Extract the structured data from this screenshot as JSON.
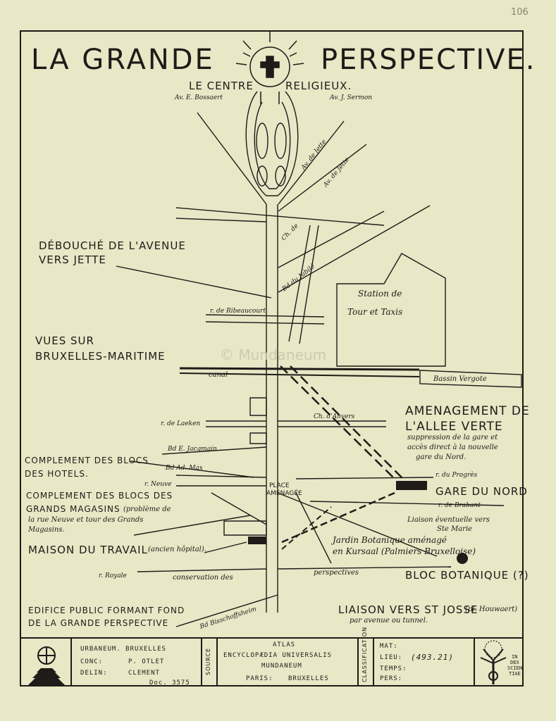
{
  "sheet": {
    "corner_number": "106",
    "watermark": "© Mundaneum"
  },
  "title": {
    "left": "LA GRANDE",
    "right": "PERSPECTIVE."
  },
  "labels": {
    "centre": "LE CENTRE",
    "religieux": "RELIGIEUX.",
    "av_bossaert": "Av. E. Bossaert",
    "av_sermon": "Av. J. Sermon",
    "av_jette_1": "Av. de Jette",
    "av_jette_2": "Av. de Jette",
    "ch_jette": "Ch. de",
    "bd_jubile": "Bd du Jubilé",
    "debouche_1": "DÉBOUCHÉ DE L'AVENUE",
    "debouche_2": "VERS JETTE",
    "station_1": "Station de",
    "station_2": "Tour et Taxis",
    "r_ribeaucourt": "r. de Ribeaucourt",
    "vues_1": "VUES SUR",
    "vues_2": "BRUXELLES-MARITIME",
    "canal": "canal",
    "bassin": "Bassin Vergote",
    "amenagement_1": "AMENAGEMENT DE",
    "amenagement_2": "L'ALLEE VERTE",
    "amenagement_note_1": "suppression de la gare et",
    "amenagement_note_2": "accès direct à la nouvelle",
    "amenagement_note_3": "gare du Nord.",
    "r_laeken": "r. de Laeken",
    "ch_anvers": "Ch. d'Anvers",
    "bd_jacqmain": "Bd E. Jacqmain",
    "complement_hotels_1": "COMPLEMENT DES BLOCS",
    "complement_hotels_2": "DES HOTELS.",
    "bd_max": "Bd Ad. Max",
    "r_neuve": "r. Neuve",
    "r_progres": "r. du Progrès",
    "place_1": "PLACE",
    "place_2": "AMENAGÉE",
    "gare_nord": "GARE DU NORD",
    "r_brabant": "r. de Brabant",
    "complement_mag_1": "COMPLEMENT DES BLOCS DES",
    "complement_mag_2": "GRANDS MAGASINS",
    "complement_mag_note_1": "(problème de",
    "complement_mag_note_2": "la rue Neuve et tour des Grands",
    "complement_mag_note_3": "Magasins.",
    "liaison_marie_1": "Liaison éventuelle vers",
    "liaison_marie_2": "Ste Marie",
    "maison_travail": "MAISON DU TRAVAIL",
    "maison_note": "(ancien hôpital).",
    "jardin_1": "Jardin Botanique aménagé",
    "jardin_2": "en Kursaal (Palmiers Bruxelloise)",
    "r_royale": "r. Royale",
    "conservation": "conservation des",
    "perspectives": "perspectives",
    "bloc_botanique": "BLOC BOTANIQUE (?)",
    "edifice_1": "EDIFICE PUBLIC FORMANT FOND",
    "edifice_2": "DE LA GRANDE PERSPECTIVE",
    "liaison_josse": "LIAISON VERS ST JOSSE",
    "liaison_josse_note": "(pl. Houwaert)",
    "liaison_josse_note2": "par avenue ou tunnel.",
    "bd_bisschoffsheim": "Bd Bisschoffsheim"
  },
  "footer": {
    "org": "URBANEUM. BRUXELLES",
    "conc_label": "CONC:",
    "conc_value": "P. OTLET",
    "delin_label": "DELIN:",
    "delin_value": "CLEMENT",
    "doc": "Doc. 3575",
    "source": "SOURCE",
    "atlas": "ATLAS",
    "encyclopedia": "ENCYCLOPÆDIA UNIVERSALIS",
    "mundaneum": "MUNDANEUM",
    "paris_label": "PARIS:",
    "paris_value": "BRUXELLES",
    "classification": "CLASSIFICATION",
    "mat_label": "MAT:",
    "lieu_label": "LIEU:",
    "lieu_value": "(493.21)",
    "temps_label": "TEMPS:",
    "pers_label": "PERS:",
    "motto_1": "IN",
    "motto_2": "DEX",
    "motto_3": "SCIEN",
    "motto_4": "TIAE"
  },
  "icons": [
    "globe-pyramid-icon",
    "tree-emblem-icon",
    "cross-sun-icon"
  ],
  "colors": {
    "paper": "#e8e7c6",
    "ink": "#1e1b18"
  }
}
